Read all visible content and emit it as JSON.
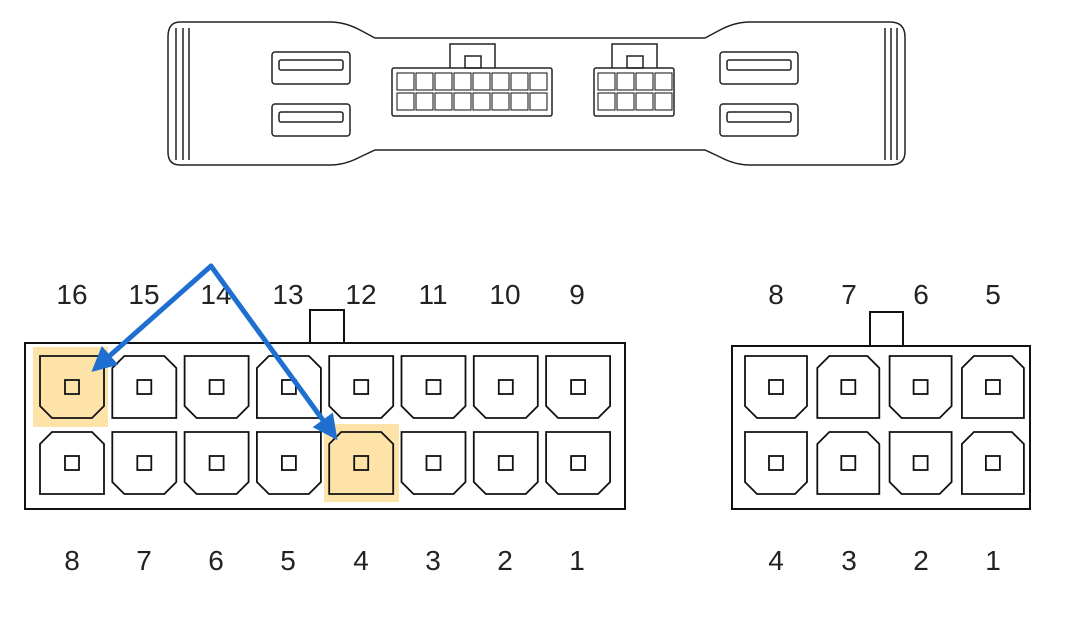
{
  "connector_16": {
    "top_numbers": [
      "16",
      "15",
      "14",
      "13",
      "12",
      "11",
      "10",
      "9"
    ],
    "bottom_numbers": [
      "8",
      "7",
      "6",
      "5",
      "4",
      "3",
      "2",
      "1"
    ],
    "highlighted_pins": [
      "16",
      "4"
    ]
  },
  "connector_8": {
    "top_numbers": [
      "8",
      "7",
      "6",
      "5"
    ],
    "bottom_numbers": [
      "4",
      "3",
      "2",
      "1"
    ]
  },
  "colors": {
    "highlight": "#fde3a8",
    "arrow": "#1f6fd1",
    "line": "#111111"
  }
}
